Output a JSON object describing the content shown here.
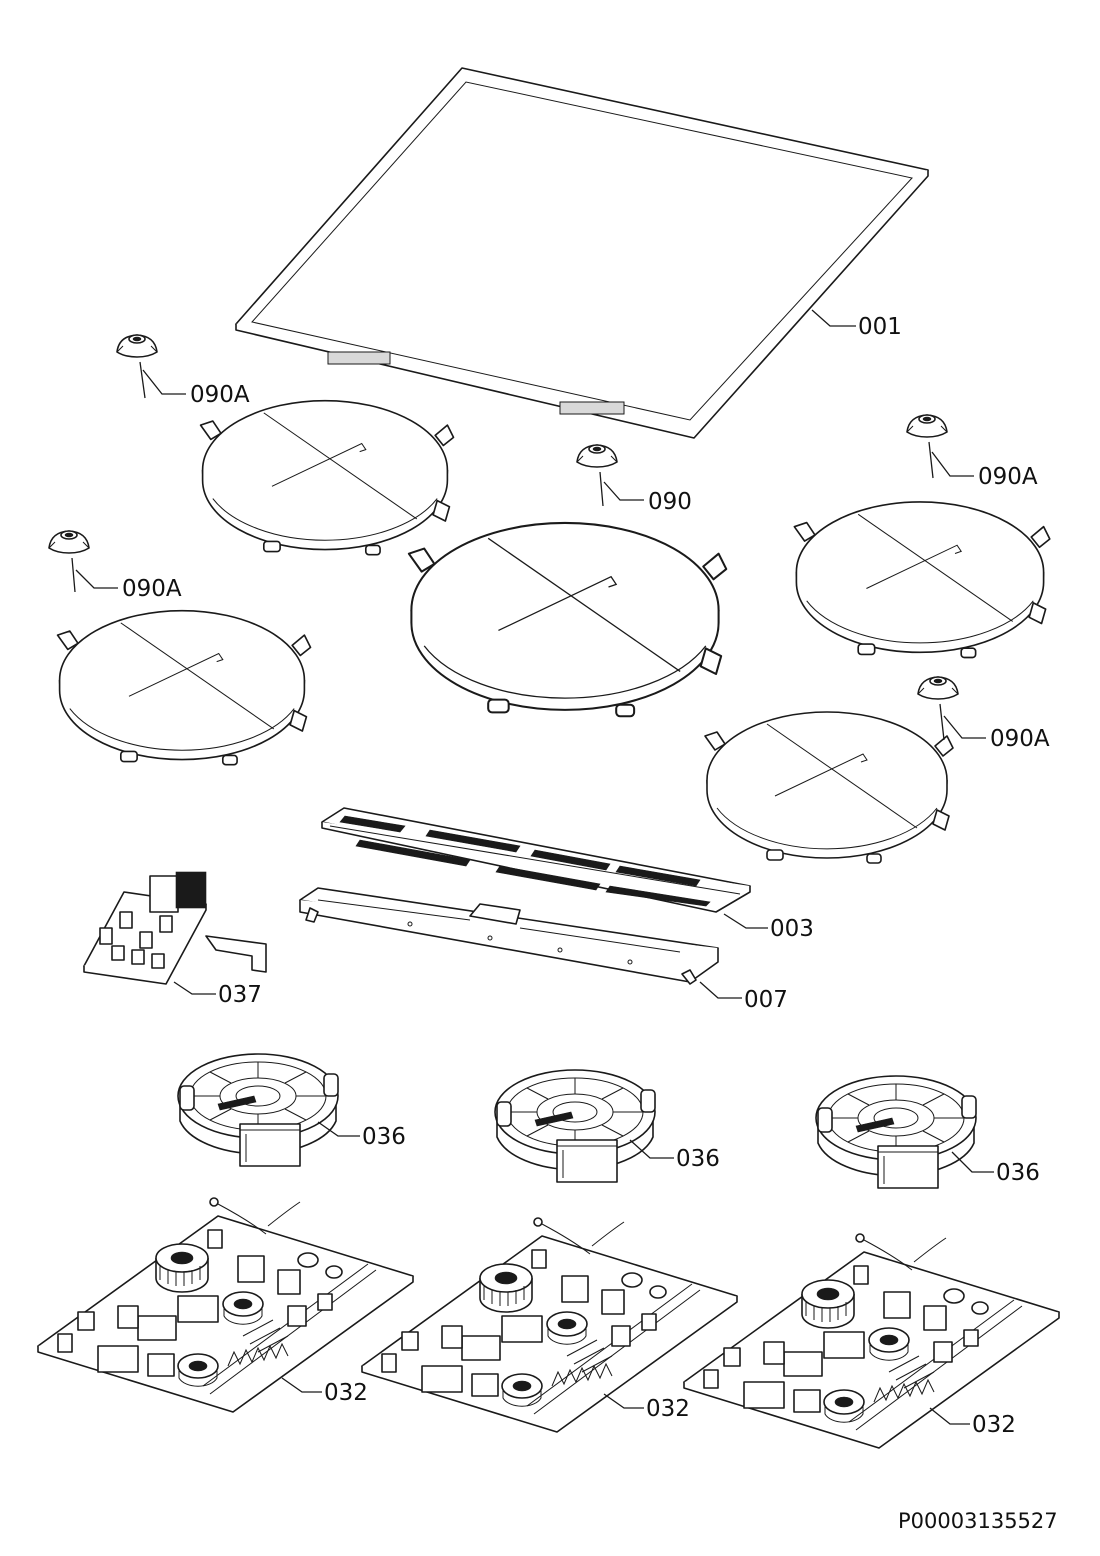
{
  "labels": {
    "glass_top": "001",
    "sensor_tl": "090A",
    "sensor_center": "090",
    "sensor_tr": "090A",
    "sensor_ml": "090A",
    "sensor_br": "090A",
    "control_board": "003",
    "control_frame": "007",
    "terminal_block": "037",
    "fan_left": "036",
    "fan_center": "036",
    "fan_right": "036",
    "pcb_left": "032",
    "pcb_center": "032",
    "pcb_right": "032"
  },
  "document_ref": "P00003135527",
  "colors": {
    "line": "#1a1a1a",
    "background": "#ffffff"
  }
}
